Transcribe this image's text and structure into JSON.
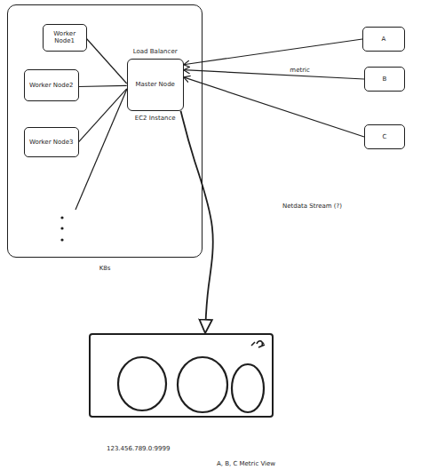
{
  "diagram": {
    "nodes": [
      {
        "text": [
          "K8s"
        ]
      },
      {
        "text": [
          "Worker Node1"
        ],
        "in": 0
      },
      {
        "text": [
          "Worker Node2"
        ],
        "in": 0
      },
      {
        "text": [
          "Worker Node3"
        ],
        "in": 0
      },
      {
        "text": [
          "Load Balancer",
          "Master Node",
          "EC2 Instance"
        ],
        "in": 0
      },
      {
        "text": [
          "A"
        ]
      },
      {
        "text": [
          "B"
        ]
      },
      {
        "text": [
          "C"
        ]
      },
      {
        "text": [
          "123.456.789.0:9999",
          "A, B, C Metric View"
        ]
      }
    ],
    "edges": [
      {
        "from": 1,
        "to": 4,
        "arrow": "none"
      },
      {
        "from": 2,
        "to": 4,
        "arrow": "none"
      },
      {
        "from": 3,
        "to": 4,
        "arrow": "none"
      },
      {
        "from": 5,
        "to": 4,
        "arrow": "to"
      },
      {
        "from": 6,
        "to": 4,
        "label": "metric",
        "arrow": "to"
      },
      {
        "from": 7,
        "to": 4,
        "arrow": "to"
      },
      {
        "from": 4,
        "to": 8,
        "arrow": "to"
      }
    ],
    "labels": [
      "Netdata Stream (?)"
    ]
  }
}
